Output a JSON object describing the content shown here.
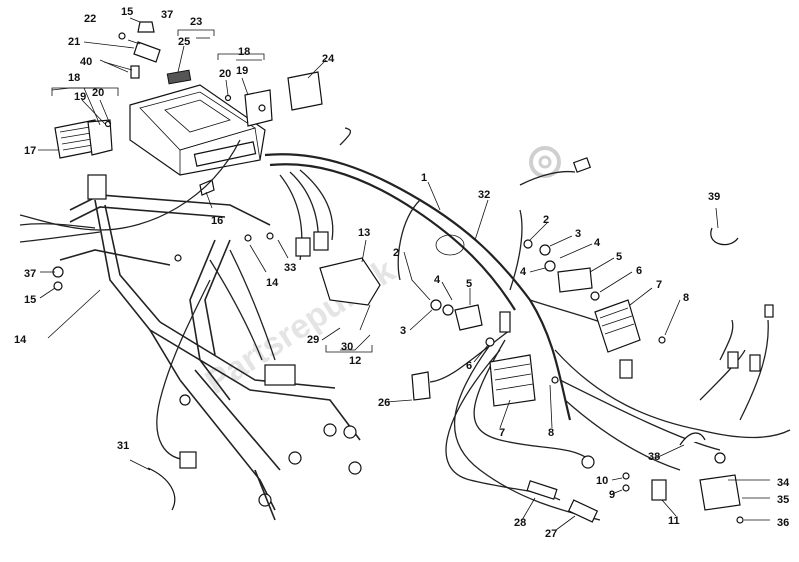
{
  "watermark": "Partsrepublik",
  "callouts": [
    {
      "id": "c1",
      "text": "1"
    },
    {
      "id": "c2a",
      "text": "2"
    },
    {
      "id": "c2b",
      "text": "2"
    },
    {
      "id": "c3a",
      "text": "3"
    },
    {
      "id": "c3b",
      "text": "3"
    },
    {
      "id": "c4a",
      "text": "4"
    },
    {
      "id": "c4b",
      "text": "4"
    },
    {
      "id": "c4c",
      "text": "4"
    },
    {
      "id": "c5a",
      "text": "5"
    },
    {
      "id": "c5b",
      "text": "5"
    },
    {
      "id": "c6a",
      "text": "6"
    },
    {
      "id": "c6b",
      "text": "6"
    },
    {
      "id": "c7a",
      "text": "7"
    },
    {
      "id": "c7b",
      "text": "7"
    },
    {
      "id": "c8a",
      "text": "8"
    },
    {
      "id": "c8b",
      "text": "8"
    },
    {
      "id": "c9",
      "text": "9"
    },
    {
      "id": "c10",
      "text": "10"
    },
    {
      "id": "c11",
      "text": "11"
    },
    {
      "id": "c12",
      "text": "12"
    },
    {
      "id": "c13",
      "text": "13"
    },
    {
      "id": "c14a",
      "text": "14"
    },
    {
      "id": "c14b",
      "text": "14"
    },
    {
      "id": "c15a",
      "text": "15"
    },
    {
      "id": "c15b",
      "text": "15"
    },
    {
      "id": "c16",
      "text": "16"
    },
    {
      "id": "c17",
      "text": "17"
    },
    {
      "id": "c18a",
      "text": "18"
    },
    {
      "id": "c18b",
      "text": "18"
    },
    {
      "id": "c19a",
      "text": "19"
    },
    {
      "id": "c19b",
      "text": "19"
    },
    {
      "id": "c20a",
      "text": "20"
    },
    {
      "id": "c20b",
      "text": "20"
    },
    {
      "id": "c21",
      "text": "21"
    },
    {
      "id": "c22",
      "text": "22"
    },
    {
      "id": "c23",
      "text": "23"
    },
    {
      "id": "c24",
      "text": "24"
    },
    {
      "id": "c25",
      "text": "25"
    },
    {
      "id": "c26",
      "text": "26"
    },
    {
      "id": "c27",
      "text": "27"
    },
    {
      "id": "c28",
      "text": "28"
    },
    {
      "id": "c29",
      "text": "29"
    },
    {
      "id": "c30",
      "text": "30"
    },
    {
      "id": "c31",
      "text": "31"
    },
    {
      "id": "c32",
      "text": "32"
    },
    {
      "id": "c33",
      "text": "33"
    },
    {
      "id": "c34",
      "text": "34"
    },
    {
      "id": "c35",
      "text": "35"
    },
    {
      "id": "c36",
      "text": "36"
    },
    {
      "id": "c37a",
      "text": "37"
    },
    {
      "id": "c37b",
      "text": "37"
    },
    {
      "id": "c38",
      "text": "38"
    },
    {
      "id": "c39",
      "text": "39"
    },
    {
      "id": "c40",
      "text": "40"
    }
  ]
}
